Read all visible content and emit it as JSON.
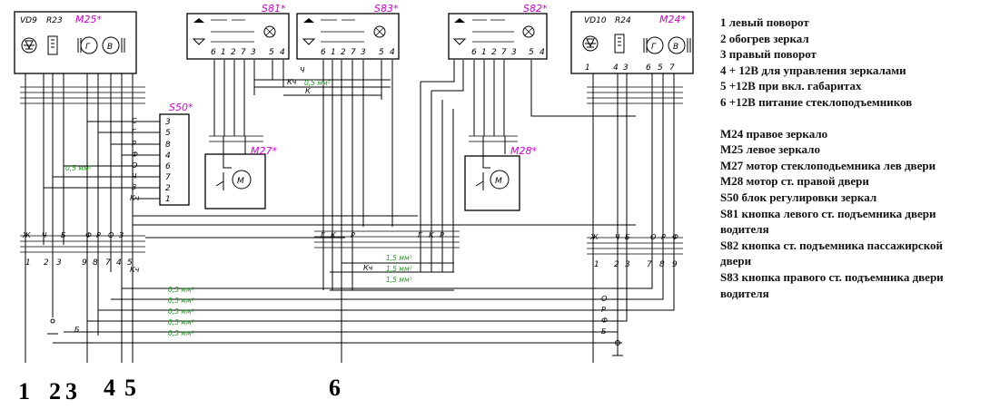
{
  "components": {
    "vd9": "VD9",
    "r23": "R23",
    "m25": "M25*",
    "s81": "S81*",
    "s83": "S83*",
    "s82": "S82*",
    "vd10": "VD10",
    "r24": "R24",
    "m24": "M24*",
    "s50": "S50*",
    "m27": "M27*",
    "m28": "M28*"
  },
  "motor_letters": {
    "g": "Г",
    "v": "В",
    "m": "M"
  },
  "s50_pins": [
    "3",
    "5",
    "8",
    "4",
    "6",
    "7",
    "2",
    "1"
  ],
  "s50_wires": [
    "С",
    "Г",
    "Р",
    "Ф",
    "О",
    "Ч",
    "З",
    "Кч"
  ],
  "switch_pins_left": [
    "6",
    "1",
    "2",
    "7",
    "3",
    "5",
    "4"
  ],
  "s82_pins": [
    "6",
    "1",
    "2",
    "7",
    "3",
    "5",
    "4"
  ],
  "m24_pins": [
    "1",
    "4",
    "3",
    "6",
    "5",
    "7"
  ],
  "bottom_left_pins": [
    "1",
    "2",
    "3",
    "9",
    "8",
    "7",
    "4",
    "5"
  ],
  "bottom_right_pins": [
    "1",
    "2",
    "3",
    "7",
    "8",
    "9"
  ],
  "wire_letters": {
    "zh": "Ж",
    "ch": "Ч",
    "b": "Б",
    "f": "Ф",
    "r": "Р",
    "o": "О",
    "z": "З",
    "kch": "Кч",
    "g": "Г",
    "k": "К",
    "s": "С"
  },
  "section_labels": {
    "s05": "0,5 мм²",
    "s15": "1,5 мм²"
  },
  "bottom_numbers": {
    "n1": "1",
    "n2": "2",
    "n3": "3",
    "n4": "4",
    "n5": "5",
    "n6": "6"
  },
  "legend": [
    "1 левый поворот",
    "2 обогрев зеркал",
    "3 правый поворот",
    "4 + 12В для управления зеркалами",
    "5 +12В при вкл. габаритах",
    "6 +12В питание стеклоподъемников",
    "",
    "М24 правое зеркало",
    "М25 левое зеркало",
    "М27 мотор стеклоподьемника лев двери",
    "М28 мотор ст. правой двери",
    "S50 блок регулировки зеркал",
    "S81 кнопка левого ст. подъемника двери",
    "водителя",
    "S82 кнопка ст. подъемника пассажирской",
    "двери",
    "S83 кнопка правого ст. подъемника двери",
    "водителя"
  ]
}
